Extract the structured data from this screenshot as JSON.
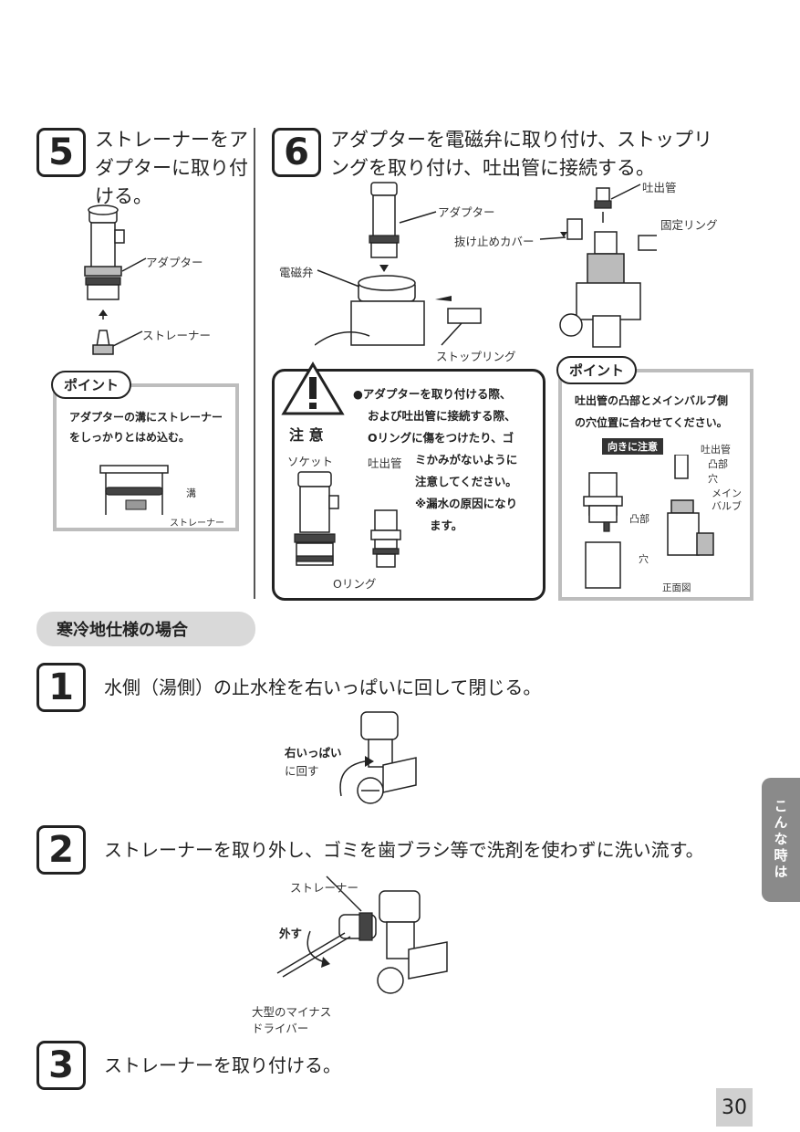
{
  "step5": {
    "number": "5",
    "text_line1": "ストレーナーをア",
    "text_line2": "ダプターに取り付",
    "text_line3": "ける。",
    "label_adapter": "アダプター",
    "label_strainer": "ストレーナー",
    "point_label": "ポイント",
    "point_text_line1": "アダプターの溝にストレーナー",
    "point_text_line2": "をしっかりとはめ込む。",
    "point_label_groove": "溝",
    "point_label_strainer": "ストレーナー"
  },
  "step6": {
    "number": "6",
    "text_line1": "アダプターを電磁弁に取り付け、ストップリ",
    "text_line2": "ングを取り付け、吐出管に接続する。",
    "label_adapter": "アダプター",
    "label_solenoid": "電磁弁",
    "label_stopring": "ストップリング",
    "label_outlet": "吐出管",
    "label_cover": "抜け止めカバー",
    "label_fixring": "固定リング",
    "caution_title": "注 意",
    "caution_socket": "ソケット",
    "caution_outlet": "吐出管",
    "caution_oring": "Oリング",
    "caution_line1": "●アダプターを取り付ける際、",
    "caution_line2": "および吐出管に接続する際、",
    "caution_line3": "Oリングに傷をつけたり、ゴ",
    "caution_line4": "ミかみがないように",
    "caution_line5": "注意してください。",
    "caution_line6": "※漏水の原因になり",
    "caution_line7": "ます。",
    "point_label": "ポイント",
    "point_text_line1": "吐出管の凸部とメインバルブ側",
    "point_text_line2": "の穴位置に合わせてください。",
    "point_badge": "向きに注意",
    "point_label_outlet": "吐出管",
    "point_label_protrusion": "凸部",
    "point_label_hole": "穴",
    "point_label_mainvalve1": "メイン",
    "point_label_mainvalve2": "バルブ",
    "point_label_protrusion2": "凸部",
    "point_label_hole2": "穴",
    "point_label_front": "正面図"
  },
  "cold_region": {
    "title": "寒冷地仕様の場合",
    "step1": {
      "number": "1",
      "text": "水側（湯側）の止水栓を右いっぱいに回して閉じる。",
      "label_right1": "右いっぱい",
      "label_right2": "に回す"
    },
    "step2": {
      "number": "2",
      "text": "ストレーナーを取り外し、ゴミを歯ブラシ等で洗剤を使わずに洗い流す。",
      "label_strainer": "ストレーナー",
      "label_remove": "外す",
      "label_driver1": "大型のマイナス",
      "label_driver2": "ドライバー"
    },
    "step3": {
      "number": "3",
      "text": "ストレーナーを取り付ける。"
    }
  },
  "side_tab": "こんな時は",
  "page_number": "30"
}
